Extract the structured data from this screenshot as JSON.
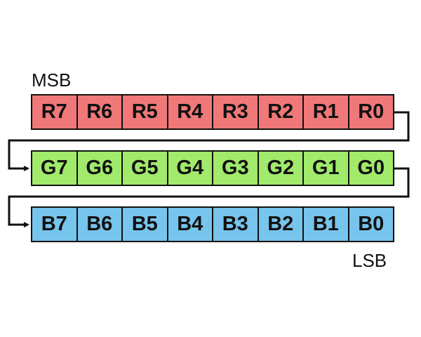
{
  "labels": {
    "msb": "MSB",
    "lsb": "LSB"
  },
  "colors": {
    "red": "#f07878",
    "green": "#a1ea6b",
    "blue": "#77c4ec",
    "border": "#111111"
  },
  "rows": [
    {
      "name": "red",
      "bits": [
        "R7",
        "R6",
        "R5",
        "R4",
        "R3",
        "R2",
        "R1",
        "R0"
      ]
    },
    {
      "name": "green",
      "bits": [
        "G7",
        "G6",
        "G5",
        "G4",
        "G3",
        "G2",
        "G1",
        "G0"
      ]
    },
    {
      "name": "blue",
      "bits": [
        "B7",
        "B6",
        "B5",
        "B4",
        "B3",
        "B2",
        "B1",
        "B0"
      ]
    }
  ]
}
